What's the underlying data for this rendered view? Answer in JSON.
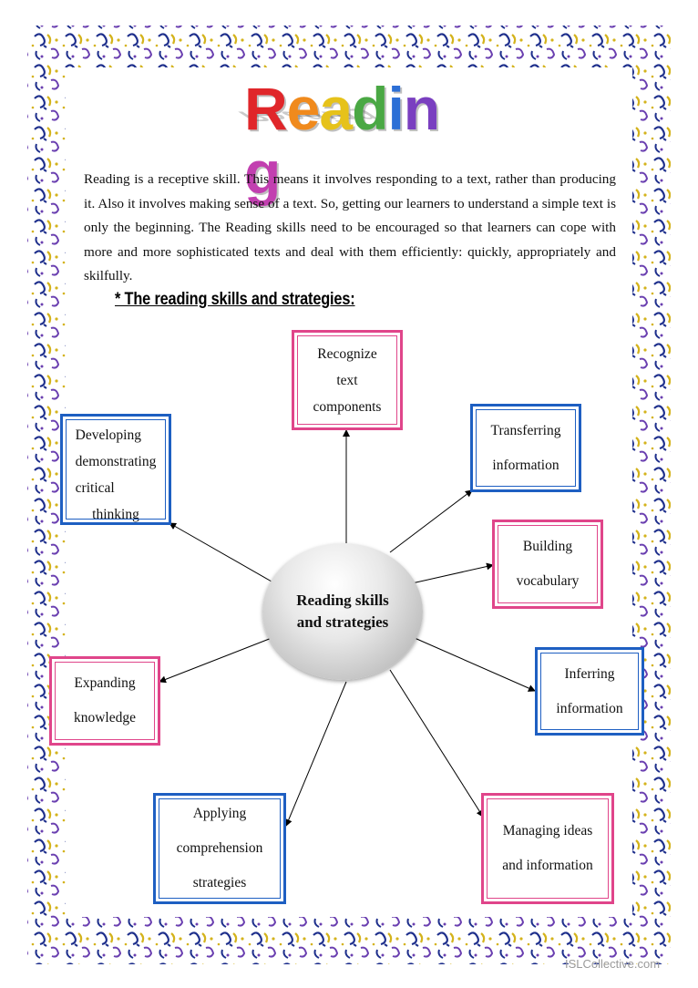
{
  "title": "Reading",
  "intro": "Reading is a receptive skill. This means it involves responding to a text, rather than producing it. Also it involves making sense of a text. So, getting our learners to understand a simple text is only the beginning. The Reading skills need to be encouraged so that learners can cope with more and more sophisticated texts and deal with them efficiently: quickly, appropriately and skilfully.",
  "subheading": "* The reading skills and strategies:",
  "center": "Reading skills and strategies",
  "nodes": {
    "recognize": "Recognize text components",
    "transferring": "Transferring information",
    "building": "Building vocabulary",
    "inferring": "Inferring information",
    "managing": "Managing ideas and information",
    "applying": "Applying comprehension strategies",
    "expanding": "Expanding knowledge",
    "developing": "Developing demonstrating critical thinking"
  },
  "colors": {
    "pink": "#e0458a",
    "blue": "#1e5fc2",
    "title_letters": [
      "#e0262a",
      "#f08a1d",
      "#e6c21a",
      "#4aa844",
      "#2c6fd6",
      "#7a3fc0",
      "#c23fb0"
    ]
  },
  "watermark": "ISLCollective.com"
}
